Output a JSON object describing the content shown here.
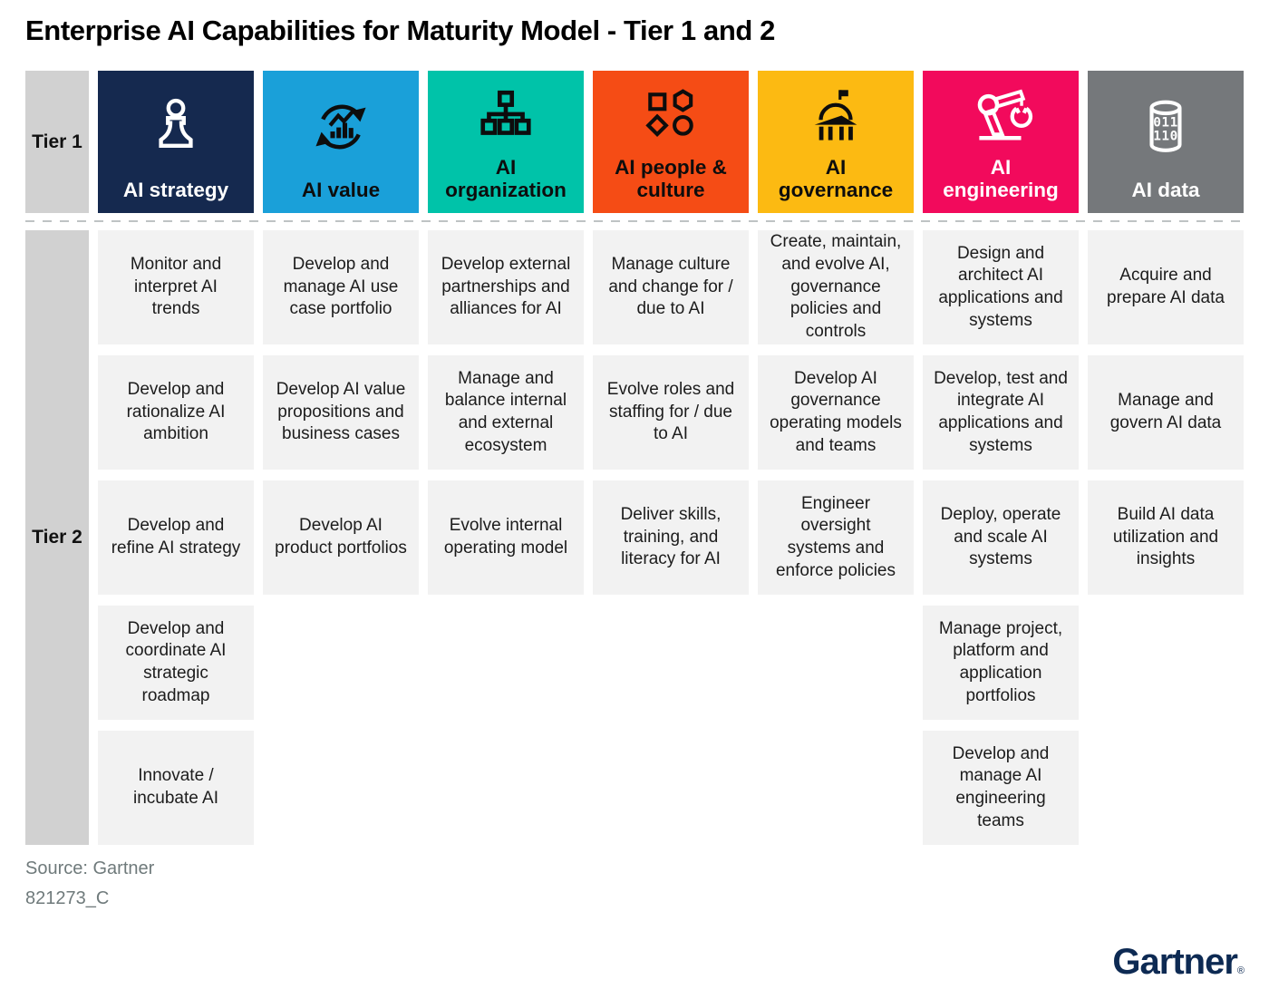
{
  "title": "Enterprise AI Capabilities for Maturity Model - Tier 1 and 2",
  "tiers": {
    "tier1_label": "Tier 1",
    "tier2_label": "Tier 2"
  },
  "palette": {
    "page_bg": "#ffffff",
    "tier_label_bg": "#d1d1d1",
    "cell_bg": "#f2f2f2",
    "cell_text": "#1c1c1c",
    "divider_dash": "#bfc3c4",
    "source_text": "#6f7a7b",
    "logo_navy": "#0d2a53",
    "title_text": "#000000"
  },
  "columns": [
    {
      "label": "AI strategy",
      "label_lines": [
        "AI strategy"
      ],
      "icon": "chess-pawn-icon",
      "color": "#15294f",
      "label_color": "#ffffff",
      "cells": [
        "Monitor and interpret AI trends",
        "Develop and rationalize AI ambition",
        "Develop and refine AI strategy",
        "Develop and coordinate AI strategic roadmap",
        "Innovate / incubate AI"
      ]
    },
    {
      "label": "AI value",
      "label_lines": [
        "AI value"
      ],
      "icon": "cycle-chart-icon",
      "color": "#1aa0d9",
      "label_color": "#0d0d0d",
      "cells": [
        "Develop and manage AI use case portfolio",
        "Develop AI value propositions and business cases",
        "Develop AI product portfolios"
      ]
    },
    {
      "label": "AI organization",
      "label_lines": [
        "AI",
        "organization"
      ],
      "icon": "org-chart-icon",
      "color": "#00c3a9",
      "label_color": "#0d0d0d",
      "cells": [
        "Develop external partnerships and alliances for AI",
        "Manage and balance internal and external ecosystem",
        "Evolve internal operating model"
      ]
    },
    {
      "label": "AI people & culture",
      "label_lines": [
        "AI people &",
        "culture"
      ],
      "icon": "shapes-icon",
      "color": "#f54c15",
      "label_color": "#0d0d0d",
      "cells": [
        "Manage culture and change for / due to AI",
        "Evolve roles and staffing for / due to AI",
        "Deliver skills, training, and literacy for AI"
      ]
    },
    {
      "label": "AI governance",
      "label_lines": [
        "AI",
        "governance"
      ],
      "icon": "government-building-icon",
      "color": "#fcba12",
      "label_color": "#0d0d0d",
      "cells": [
        "Create, maintain, and evolve AI, governance policies and controls",
        "Develop AI governance operating models and teams",
        "Engineer oversight systems and enforce policies"
      ]
    },
    {
      "label": "AI engineering",
      "label_lines": [
        "AI",
        "engineering"
      ],
      "icon": "robot-arm-icon",
      "color": "#f20a5c",
      "label_color": "#ffffff",
      "cells": [
        "Design and architect AI applications and systems",
        "Develop, test and integrate AI applications and systems",
        "Deploy, operate and scale AI systems",
        "Manage project, platform and application portfolios",
        "Develop and manage AI engineering teams"
      ]
    },
    {
      "label": "AI data",
      "label_lines": [
        "AI data"
      ],
      "icon": "database-icon",
      "color": "#75787b",
      "label_color": "#ffffff",
      "cells": [
        "Acquire and prepare AI data",
        "Manage and govern AI data",
        "Build AI data utilization and insights"
      ]
    }
  ],
  "footer": {
    "source": "Source: Gartner",
    "doc_id": "821273_C",
    "logo_text": "Gartner",
    "registered_mark": "®"
  }
}
